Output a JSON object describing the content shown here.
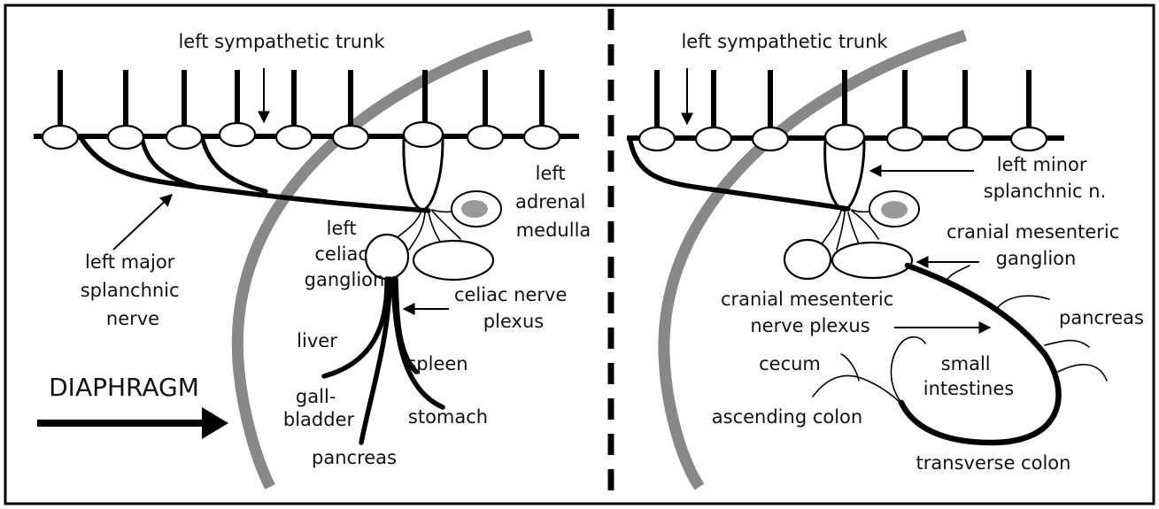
{
  "colors": {
    "diaphragm": "#888888",
    "adrenal_medulla": "#999999",
    "ink": "#000000",
    "background": "#ffffff"
  },
  "left_panel": {
    "sympathetic_trunk_label": "left sympathetic trunk",
    "major_splanchnic_label": [
      "left major",
      "splanchnic",
      "nerve"
    ],
    "celiac_ganglion_label": [
      "left",
      "celiac",
      "ganglion"
    ],
    "adrenal_medulla_label": [
      "left",
      "adrenal",
      "medulla"
    ],
    "celiac_plexus_label": [
      "celiac nerve",
      "plexus"
    ],
    "organs": {
      "liver": "liver",
      "gallbladder": [
        "gall-",
        "bladder"
      ],
      "pancreas": "pancreas",
      "spleen": "spleen",
      "stomach": "stomach"
    },
    "diaphragm_label": "DIAPHRAGM"
  },
  "right_panel": {
    "sympathetic_trunk_label": "left sympathetic trunk",
    "minor_splanchnic_label": [
      "left minor",
      "splanchnic n."
    ],
    "cranial_mesenteric_ganglion_label": [
      "cranial mesenteric",
      "ganglion"
    ],
    "cranial_mesenteric_plexus_label": [
      "cranial mesenteric",
      "nerve plexus"
    ],
    "organs": {
      "pancreas": "pancreas",
      "cecum": "cecum",
      "small_intestines": [
        "small",
        "intestines"
      ],
      "ascending_colon": "ascending colon",
      "transverse_colon": "transverse colon"
    }
  }
}
